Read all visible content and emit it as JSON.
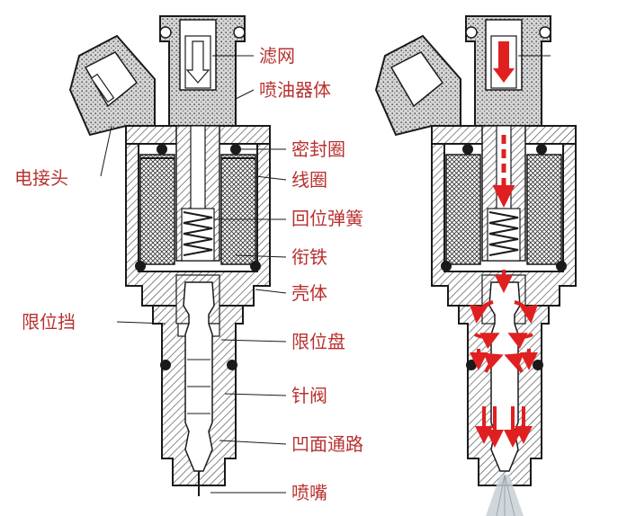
{
  "labels": {
    "filter": "滤网",
    "injector_body": "喷油器体",
    "seal_ring": "密封圈",
    "coil": "线圈",
    "return_spring": "回位弹簧",
    "armature": "衔铁",
    "housing": "壳体",
    "limit_disc": "限位盘",
    "needle_valve": "针阀",
    "groove_passage": "凹面通路",
    "nozzle": "喷嘴",
    "connector": "电接头",
    "limit_stop": "限位挡"
  },
  "colors": {
    "label": "#b8312f",
    "flow_arrow": "#e02020",
    "outline": "#1a1a1a",
    "metal_hatch": "#555555",
    "stipple_fill": "#c9c9c9"
  }
}
